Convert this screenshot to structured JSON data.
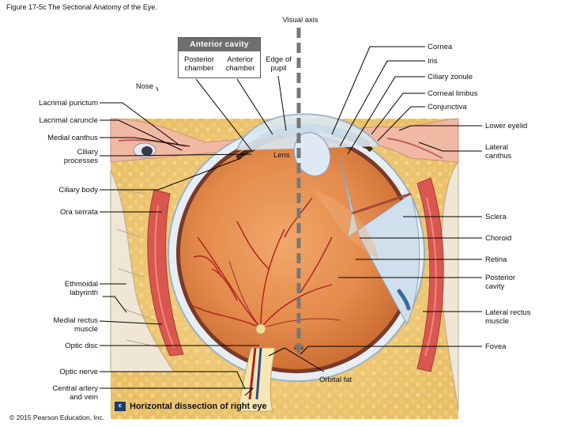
{
  "caption": "Figure 17-5c The Sectional Anatomy of the Eye.",
  "axis_label": "Visual axis",
  "anterior_cavity": {
    "title": "Anterior cavity",
    "posterior": "Posterior chamber",
    "anterior": "Anterior chamber"
  },
  "labels": {
    "edge_of_pupil": "Edge of pupil",
    "nose": "Nose",
    "lens": "Lens",
    "cornea": "Cornea",
    "iris": "Iris",
    "ciliary_zonule": "Ciliary zonule",
    "corneal_limbus": "Corneal limbus",
    "conjunctiva": "Conjunctiva",
    "lower_eyelid": "Lower eyelid",
    "lateral_canthus": "Lateral canthus",
    "sclera": "Sclera",
    "choroid": "Choroid",
    "retina": "Retina",
    "posterior_cavity": "Posterior cavity",
    "lateral_rectus": "Lateral rectus muscle",
    "fovea": "Fovea",
    "orbital_fat": "Orbital fat",
    "lacrimal_punctum": "Lacrimal punctum",
    "lacrimal_caruncle": "Lacrimal caruncle",
    "medial_canthus": "Medial canthus",
    "ciliary_processes": "Ciliary processes",
    "ciliary_body": "Ciliary body",
    "ora_serrata": "Ora serrata",
    "ethmoidal_labyrinth": "Ethmoidal labyrinth",
    "medial_rectus": "Medial rectus muscle",
    "optic_disc": "Optic disc",
    "optic_nerve": "Optic nerve",
    "central_artery": "Central artery and vein"
  },
  "subtitle_icon": "c",
  "subtitle": "Horizontal dissection of right eye",
  "copyright": "© 2015 Pearson Education, Inc."
}
